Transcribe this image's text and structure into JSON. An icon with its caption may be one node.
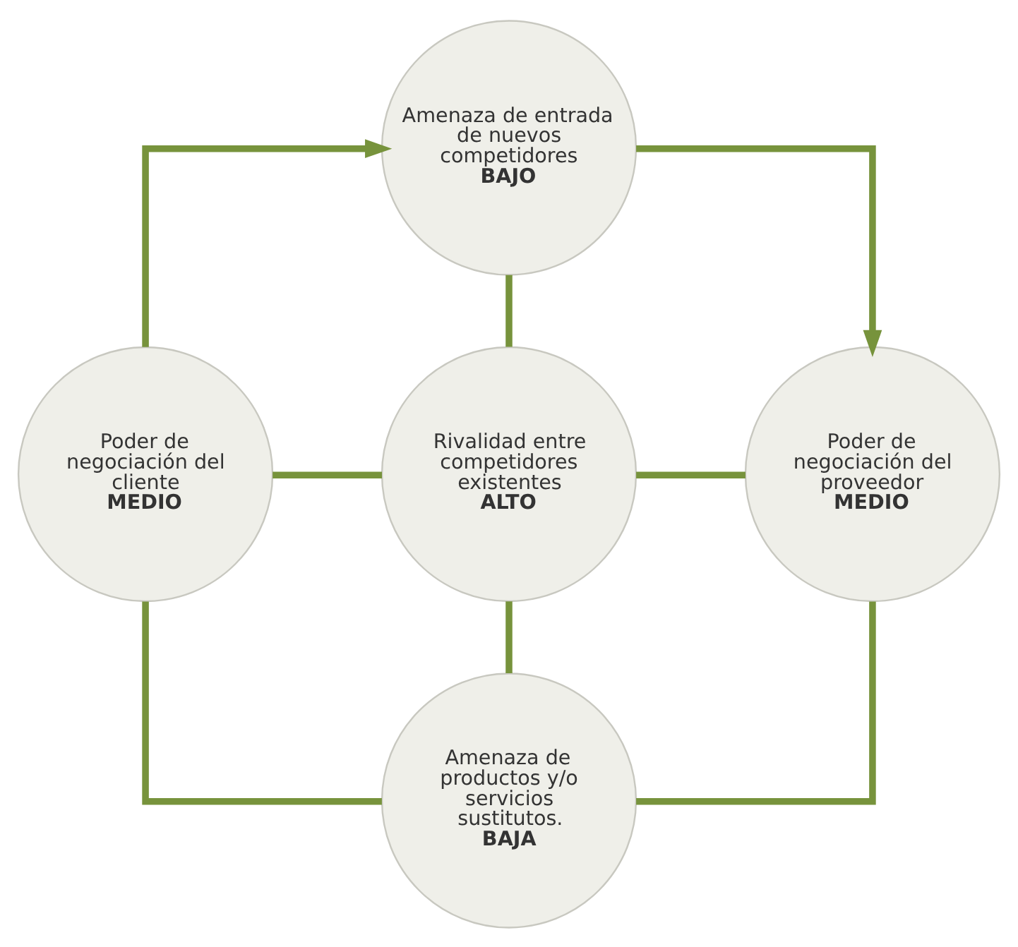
{
  "diagram": {
    "nodes": [
      {
        "text": [
          "Amenaza de entrada de nuevos competidores",
          "BAJO"
        ]
      },
      {
        "text": [
          "Poder de negociación del cliente",
          "MEDIO"
        ]
      },
      {
        "text": [
          "Rivalidad entre competidores existentes",
          "ALTO"
        ]
      },
      {
        "text": [
          "Poder de negociación del proveedor",
          "MEDIO"
        ]
      },
      {
        "text": [
          "Amenaza de productos y/o servicios sustitutos.",
          "BAJA"
        ]
      }
    ],
    "edges": [
      {
        "from": 1,
        "to": 0,
        "arrow": "to"
      },
      {
        "from": 0,
        "to": 3,
        "arrow": "to"
      },
      {
        "from": 0,
        "to": 2,
        "arrow": "none"
      },
      {
        "from": 1,
        "to": 2,
        "arrow": "none"
      },
      {
        "from": 2,
        "to": 3,
        "arrow": "none"
      },
      {
        "from": 2,
        "to": 4,
        "arrow": "none"
      },
      {
        "from": 1,
        "to": 4,
        "arrow": "none"
      },
      {
        "from": 4,
        "to": 3,
        "arrow": "none"
      }
    ]
  }
}
